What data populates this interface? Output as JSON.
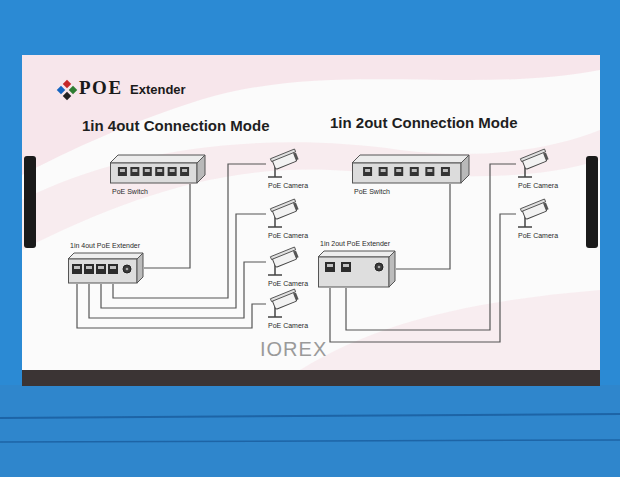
{
  "diagram": {
    "nodes": [
      {
        "text": [
          "PoE Switch"
        ]
      },
      {
        "text": [
          "PoE Camera"
        ]
      },
      {
        "text": [
          "PoE Camera"
        ]
      },
      {
        "text": [
          "PoE Camera"
        ]
      },
      {
        "text": [
          "PoE Camera"
        ]
      },
      {
        "text": [
          "1in 4out PoE Extender"
        ]
      },
      {
        "text": [
          "PoE Switch"
        ]
      },
      {
        "text": [
          "PoE Camera"
        ]
      },
      {
        "text": [
          "PoE Camera"
        ]
      },
      {
        "text": [
          "1in 2out PoE Extender"
        ]
      }
    ],
    "edges": [
      {
        "from": 0,
        "to": 5,
        "arrow": "none"
      },
      {
        "from": 5,
        "to": 1,
        "arrow": "none"
      },
      {
        "from": 5,
        "to": 2,
        "arrow": "none"
      },
      {
        "from": 5,
        "to": 3,
        "arrow": "none"
      },
      {
        "from": 5,
        "to": 4,
        "arrow": "none"
      },
      {
        "from": 6,
        "to": 9,
        "arrow": "none"
      },
      {
        "from": 9,
        "to": 7,
        "arrow": "none"
      },
      {
        "from": 9,
        "to": 8,
        "arrow": "none"
      }
    ],
    "labels": [
      "POE",
      "Extender",
      "1in 4out Connection Mode",
      "1in 2out Connection Mode",
      "IOREX"
    ]
  }
}
